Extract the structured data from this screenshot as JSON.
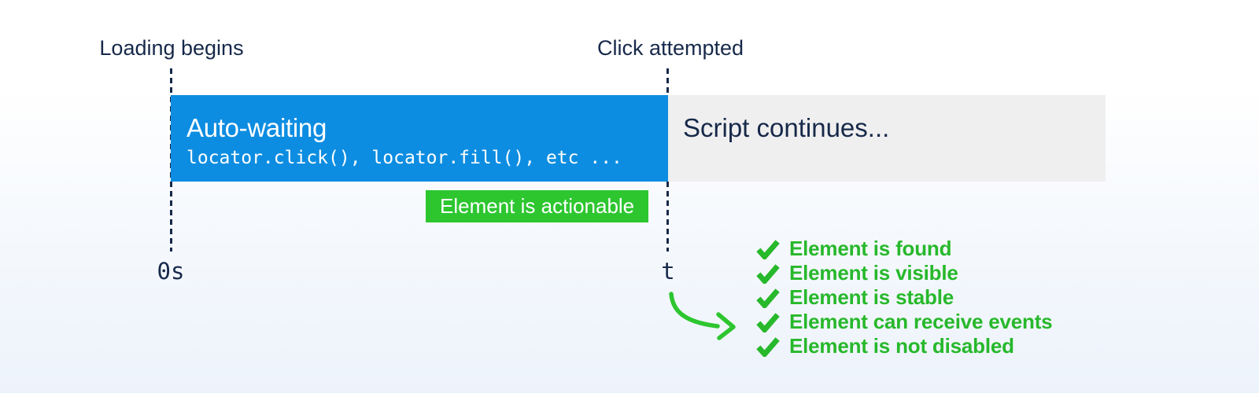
{
  "colors": {
    "label_navy": "#17294a",
    "auto_wait_blue": "#0d8de1",
    "script_gray": "#efefef",
    "badge_green": "#2dc62f",
    "check_green": "#27b82b"
  },
  "timeline": {
    "start_label": "Loading begins",
    "end_label": "Click attempted",
    "start_tick": "0s",
    "end_tick": "t"
  },
  "blue_box": {
    "title": "Auto-waiting",
    "code": "locator.click(), locator.fill(), etc ..."
  },
  "gray_box": {
    "label": "Script continues..."
  },
  "badge": {
    "label": "Element is actionable"
  },
  "checklist": {
    "items": [
      {
        "label": "Element is found"
      },
      {
        "label": "Element is visible"
      },
      {
        "label": "Element is stable"
      },
      {
        "label": "Element can receive events"
      },
      {
        "label": "Element is not disabled"
      }
    ]
  }
}
